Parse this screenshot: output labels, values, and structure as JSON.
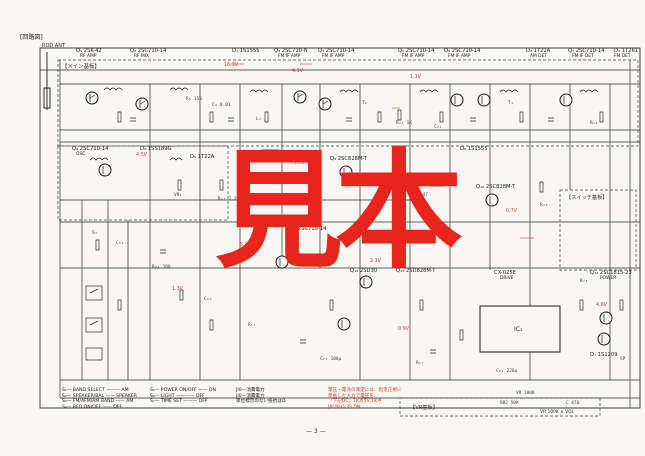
{
  "header": {
    "section_label": "[回路図]"
  },
  "page_number": "— 3 —",
  "watermark": "見本",
  "sections": {
    "main_board": "【メイン基板】",
    "switch_board": "【スイッチ基板】",
    "vr_board": "【VR基板】",
    "antenna": "ROD ANT"
  },
  "components": {
    "q1": "Q₁ 2SK-42",
    "q1_sub": "RF AMP",
    "q2": "Q₂ 2SC710-14",
    "q2_sub": "RF MIX",
    "d1": "D₁ 1S1555",
    "q3": "Q₃ 2SC710-N",
    "q3_sub": "FM IF AMP",
    "q4": "Q₄ 2SC710-14",
    "q4_sub": "FM IF AMP",
    "q5": "Q₅ 2SC710-14",
    "q5_sub": "FM IF AMP",
    "q6": "Q₆ 2SC710-14",
    "q6_sub": "FM IF AMP",
    "d2": "D₂ 1T22A",
    "d2_sub": "AM DET",
    "q7": "Q₇ 2SC710-14",
    "q7_sub": "FM IF DET",
    "d3": "D₃ 1T261",
    "d3_sub": "FM DET",
    "q8": "Q₈ 2SC710-14",
    "q8_sub": "OSC",
    "d4": "D₄ 1SS189G",
    "d5": "D₅ 1T22A",
    "q9": "Q₉ 2SC828M-T",
    "d6": "D₆ 1S1555",
    "q10": "Q₁₀ 2SC828M-T",
    "q11": "Q₁₁ 2SC710-14",
    "q12": "Q₁₂ 2SD30",
    "q13": "Q₁₃ 2SD828M-T",
    "ic1": "IC₁",
    "ic1_part": "CX-025E",
    "ic1_sub": "DRIVE",
    "q14": "Q₁₄ 2SC1815-23",
    "q14_sub": "POWER",
    "d7": "D₇ 1S1209"
  },
  "switch_legend": [
    "S₁— BAND SELECT ——— AM",
    "S₂— SPEAKER/BAL —— SPEAKER",
    "S₃— FM/AFM/AM BAND —— AM",
    "S₄— BFO ON/OFF —— OFF",
    "S₅— POWER ON/OFF —— ON",
    "S₆— LIGHT ———— OFF",
    "S₇— TIME SET ——— OFF"
  ],
  "notes": [
    "JI0—消費電力",
    "JI0—消費電力",
    "単位標示のない抵抗はΩ"
  ],
  "notes_right": [
    "電圧・電流の測定には、指定正規に",
    "準拠した入力で電圧を、",
    "「下記DC」1K点5V,1K点",
    "JAI.BFO 3S,DN"
  ],
  "vr_footer": "VR 100K × VOL"
}
